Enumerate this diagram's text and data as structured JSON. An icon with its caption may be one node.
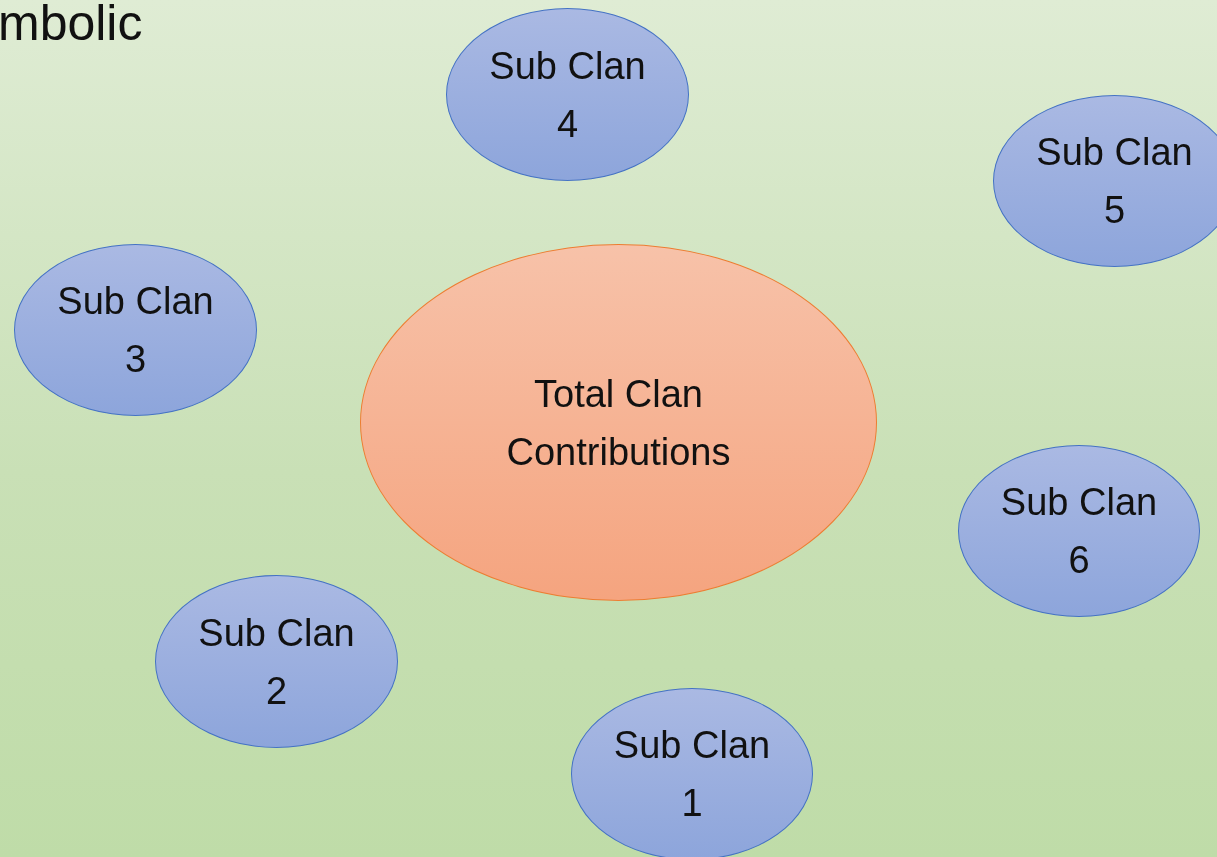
{
  "diagram": {
    "title": "mbolic",
    "nodes": [
      {
        "text": [
          "Sub Clan 4"
        ]
      },
      {
        "text": [
          "Sub Clan 5"
        ]
      },
      {
        "text": [
          "Sub Clan 3"
        ]
      },
      {
        "text": [
          "Total Clan Contributions"
        ]
      },
      {
        "text": [
          "Sub Clan 6"
        ]
      },
      {
        "text": [
          "Sub Clan 2"
        ]
      },
      {
        "text": [
          "Sub Clan 1"
        ]
      }
    ]
  }
}
